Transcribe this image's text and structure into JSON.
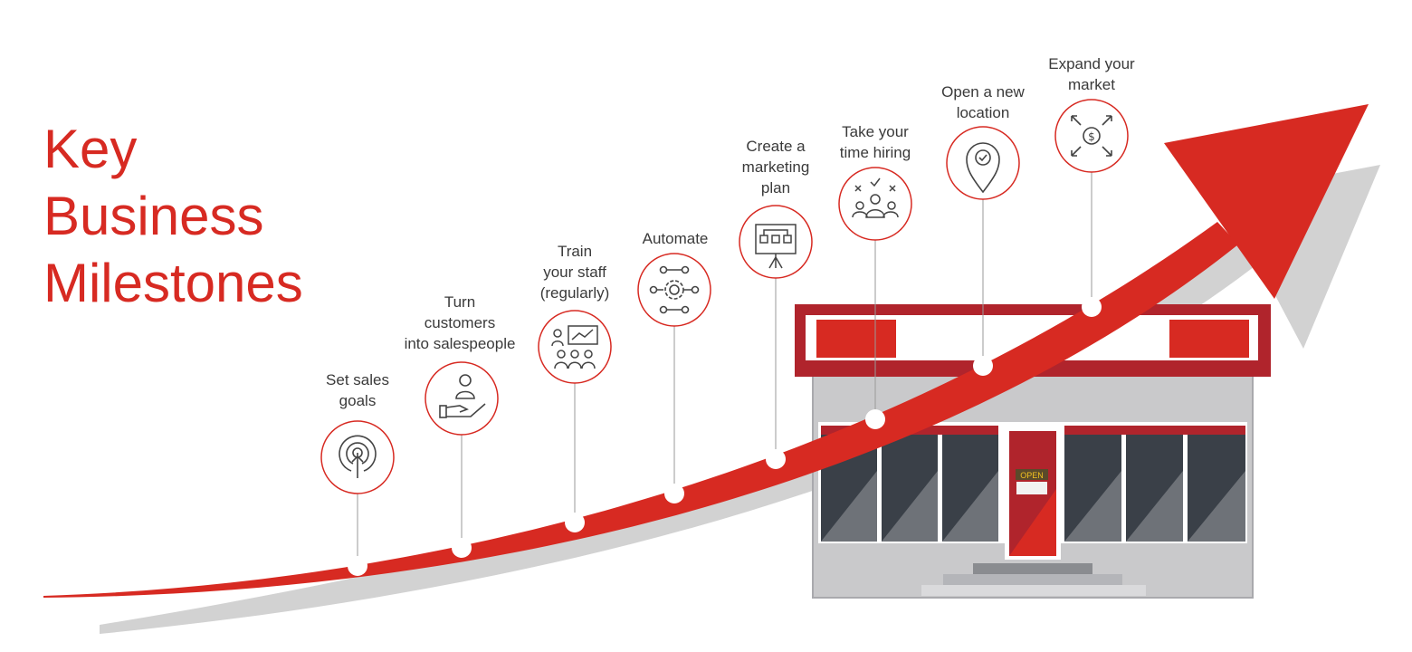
{
  "title": {
    "line1": "Key",
    "line2": "Business",
    "line3": "Milestones"
  },
  "colors": {
    "accent": "#d72a22",
    "text": "#3a3a3a",
    "shadow": "#c8c8c8",
    "storefront": "#c9c9cb"
  },
  "storefront": {
    "sign_text": "OPEN"
  },
  "milestones": [
    {
      "lines": [
        "Set sales",
        "goals"
      ],
      "icon": "target-icon"
    },
    {
      "lines": [
        "Turn",
        "customers",
        "into salespeople"
      ],
      "icon": "hand-person-icon"
    },
    {
      "lines": [
        "Train",
        "your staff",
        "(regularly)"
      ],
      "icon": "training-icon"
    },
    {
      "lines": [
        "Automate"
      ],
      "icon": "gear-network-icon"
    },
    {
      "lines": [
        "Create a",
        "marketing",
        "plan"
      ],
      "icon": "flowchart-board-icon"
    },
    {
      "lines": [
        "Take your",
        "time hiring"
      ],
      "icon": "team-selection-icon"
    },
    {
      "lines": [
        "Open a new",
        "location"
      ],
      "icon": "location-pin-icon"
    },
    {
      "lines": [
        "Expand your",
        "market"
      ],
      "icon": "market-expand-icon"
    }
  ]
}
